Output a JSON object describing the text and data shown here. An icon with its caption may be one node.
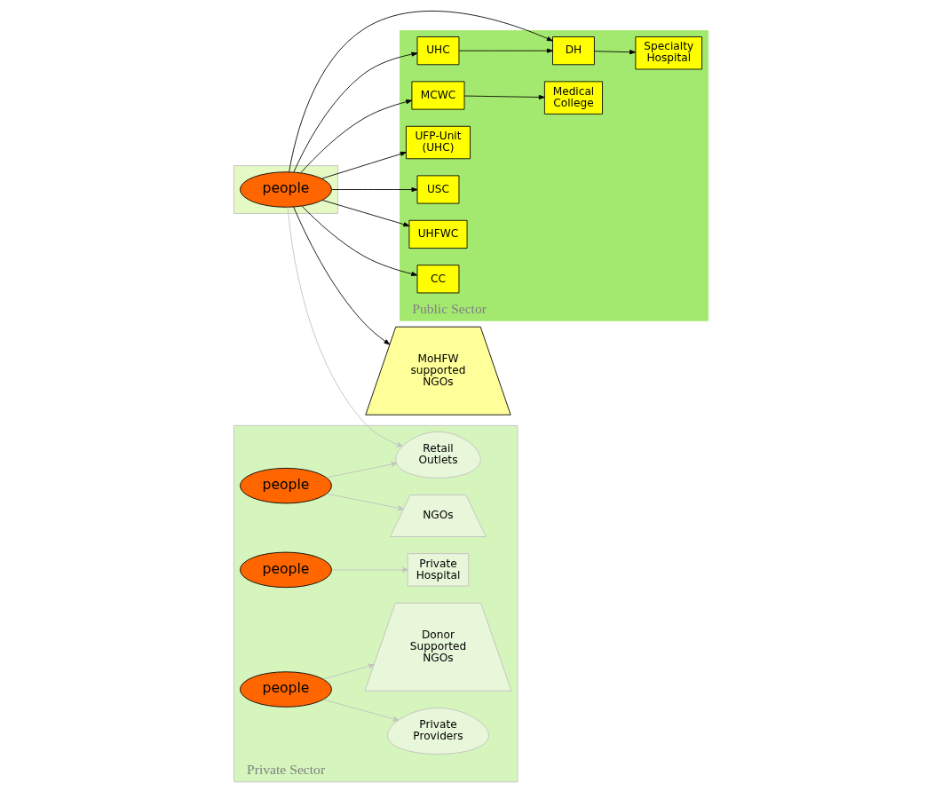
{
  "diagram": {
    "nodes": [
      {
        "text": [
          "Public Sector"
        ]
      },
      {
        "text": [
          "Specialty Hospital"
        ],
        "in": 0
      },
      {
        "text": [
          "Medical College"
        ],
        "in": 0
      },
      {
        "text": [
          "DH"
        ],
        "in": 0
      },
      {
        "text": [
          "MCWC"
        ],
        "in": 0
      },
      {
        "text": [
          "UHC"
        ],
        "in": 0
      },
      {
        "text": [
          "UFP-Unit (UHC)"
        ],
        "in": 0
      },
      {
        "text": [
          "USC"
        ],
        "in": 0
      },
      {
        "text": [
          "UHFWC"
        ],
        "in": 0
      },
      {
        "text": [
          "CC"
        ],
        "in": 0
      },
      {
        "text": [
          "MoHFW supported NGOs"
        ]
      },
      {
        "text": [
          "Private Sector"
        ]
      },
      {
        "text": [
          "people"
        ],
        "in": 11
      },
      {
        "text": [
          "Private Hospital"
        ],
        "in": 11
      },
      {
        "text": [
          "people"
        ],
        "in": 11
      },
      {
        "text": [
          "Private Providers"
        ],
        "in": 11
      },
      {
        "text": [
          "people"
        ],
        "in": 11
      },
      {
        "text": [
          "Donor Supported NGOs"
        ],
        "in": 11
      },
      {
        "text": [
          "NGOs"
        ],
        "in": 11
      },
      {
        "text": [
          "Retail Outlets"
        ],
        "in": 11
      },
      {
        "text": [],
        "shape": "box"
      },
      {
        "text": [
          "people"
        ],
        "in": 20
      }
    ],
    "edges": [
      {
        "from": 3,
        "to": 1,
        "arrow": "to"
      },
      {
        "from": 4,
        "to": 2,
        "arrow": "to"
      },
      {
        "from": 5,
        "to": 3,
        "arrow": "to"
      },
      {
        "from": 21,
        "to": 3,
        "arrow": "to"
      },
      {
        "from": 21,
        "to": 4,
        "arrow": "to"
      },
      {
        "from": 21,
        "to": 5,
        "arrow": "to"
      },
      {
        "from": 21,
        "to": 6,
        "arrow": "to"
      },
      {
        "from": 21,
        "to": 7,
        "arrow": "to"
      },
      {
        "from": 21,
        "to": 8,
        "arrow": "to"
      },
      {
        "from": 21,
        "to": 9,
        "arrow": "to"
      },
      {
        "from": 21,
        "to": 10,
        "arrow": "to"
      },
      {
        "from": 12,
        "to": 13,
        "arrow": "to",
        "color": "#bfbfbf"
      },
      {
        "from": 14,
        "to": 15,
        "arrow": "to",
        "color": "#bfbfbf"
      },
      {
        "from": 14,
        "to": 17,
        "arrow": "to",
        "color": "#bfbfbf"
      },
      {
        "from": 16,
        "to": 19,
        "arrow": "to",
        "color": "#bfbfbf"
      },
      {
        "from": 16,
        "to": 18,
        "arrow": "to",
        "color": "#bfbfbf"
      },
      {
        "from": 21,
        "to": 19,
        "arrow": "to",
        "color": "#bfbfbf"
      }
    ]
  }
}
